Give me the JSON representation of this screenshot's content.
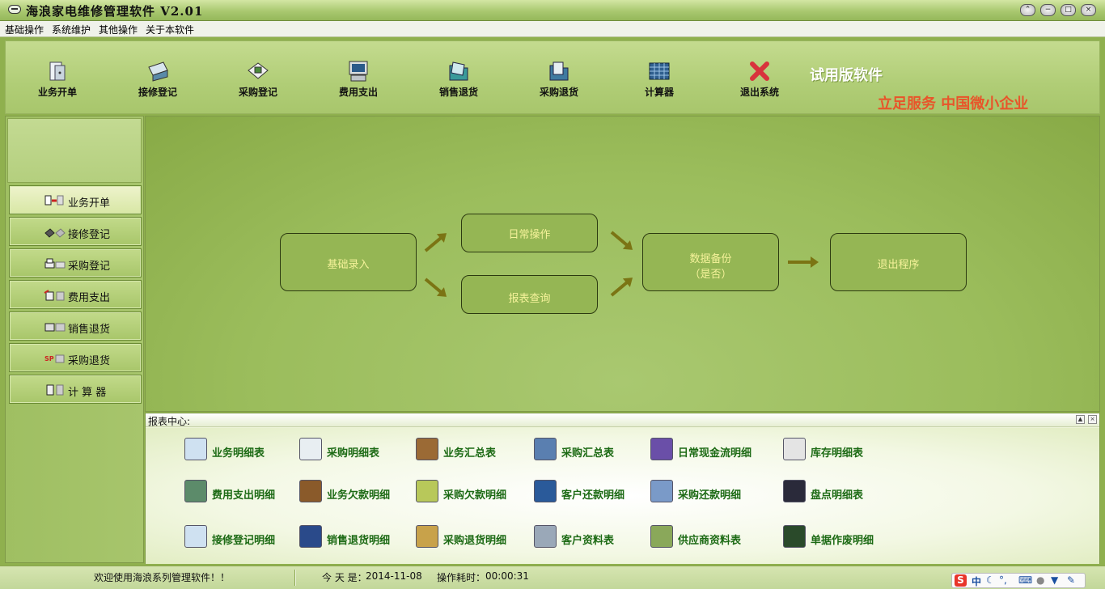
{
  "window": {
    "title": "海浪家电维修管理软件  V2.01",
    "controls": [
      "restore-small",
      "minimize",
      "maximize",
      "close"
    ]
  },
  "menu": [
    "基础操作",
    "系统维护",
    "其他操作",
    "关于本软件"
  ],
  "toolbar": {
    "items": [
      {
        "label": "业务开单",
        "icon": "document-open-icon"
      },
      {
        "label": "接修登记",
        "icon": "repair-register-icon"
      },
      {
        "label": "采购登记",
        "icon": "purchase-register-icon"
      },
      {
        "label": "费用支出",
        "icon": "expense-icon"
      },
      {
        "label": "销售退货",
        "icon": "sales-return-icon"
      },
      {
        "label": "采购退货",
        "icon": "purchase-return-icon"
      },
      {
        "label": "计算器",
        "icon": "calculator-icon"
      },
      {
        "label": "退出系统",
        "icon": "exit-icon"
      }
    ],
    "trial_text": "试用版软件",
    "slogan": "立足服务  中国微小企业"
  },
  "sidebar": {
    "items": [
      {
        "label": "业务开单",
        "active": true
      },
      {
        "label": "接修登记",
        "active": false
      },
      {
        "label": "采购登记",
        "active": false
      },
      {
        "label": "费用支出",
        "active": false
      },
      {
        "label": "销售退货",
        "active": false
      },
      {
        "label": "采购退货",
        "active": false
      },
      {
        "label": "计 算 器",
        "active": false
      }
    ]
  },
  "flow": {
    "basic_entry": "基础录入",
    "daily_ops": "日常操作",
    "report_query": "报表查询",
    "data_backup_line1": "数据备份",
    "data_backup_line2": "（是否）",
    "exit_program": "退出程序"
  },
  "reports": {
    "title": "报表中心:",
    "items": [
      {
        "label": "业务明细表",
        "icon": "document-detail-icon"
      },
      {
        "label": "采购明细表",
        "icon": "clock-add-icon"
      },
      {
        "label": "业务汇总表",
        "icon": "address-book-icon"
      },
      {
        "label": "采购汇总表",
        "icon": "disc-icon"
      },
      {
        "label": "日常现金流明细",
        "icon": "monitor-icon"
      },
      {
        "label": "库存明细表",
        "icon": "newspaper-icon"
      },
      {
        "label": "费用支出明细",
        "icon": "chart-picture-icon"
      },
      {
        "label": "业务欠款明细",
        "icon": "contacts-book-icon"
      },
      {
        "label": "采购欠款明细",
        "icon": "history-icon"
      },
      {
        "label": "客户还款明细",
        "icon": "book-icon"
      },
      {
        "label": "采购还款明细",
        "icon": "calendar-icon"
      },
      {
        "label": "盘点明细表",
        "icon": "phone-icon"
      },
      {
        "label": "接修登记明细",
        "icon": "search-document-icon"
      },
      {
        "label": "销售退货明细",
        "icon": "contacts-blue-icon"
      },
      {
        "label": "采购退货明细",
        "icon": "clipboard-icon"
      },
      {
        "label": "客户资料表",
        "icon": "id-card-icon"
      },
      {
        "label": "供应商资料表",
        "icon": "map-icon"
      },
      {
        "label": "单据作废明细",
        "icon": "chip-icon"
      }
    ]
  },
  "status": {
    "welcome": "欢迎使用海浪系列管理软件！！",
    "today_label": "今 天 是：",
    "today_value": "2014-11-08",
    "elapsed_label": "操作耗时：",
    "elapsed_value": "00:00:31"
  },
  "ime": {
    "logo": "S",
    "mode": "中"
  }
}
